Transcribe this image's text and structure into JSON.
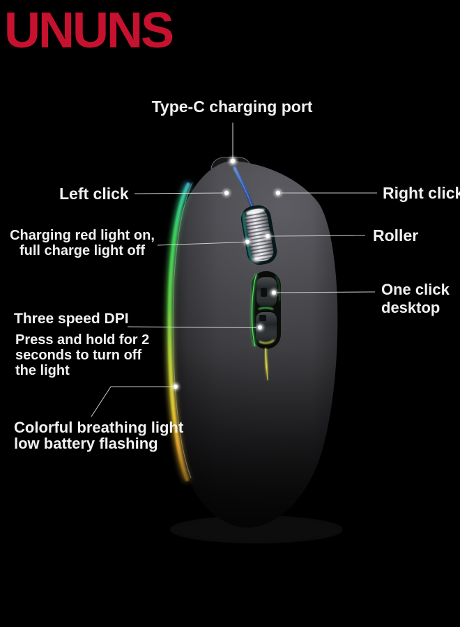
{
  "brand": {
    "logo_text": "UNUNS",
    "logo_color": "#c6122e"
  },
  "product": {
    "type": "slim wireless mouse with RGB breathing light",
    "body_color": "#4c4c51"
  },
  "callouts": {
    "type_c": {
      "text": "Type-C charging port"
    },
    "left_click": {
      "text": "Left click"
    },
    "right_click": {
      "text": "Right click"
    },
    "charging_light": {
      "line1": "Charging red light on,",
      "line2": "full charge light off"
    },
    "roller": {
      "text": "Roller"
    },
    "one_click_desktop": {
      "line1": "One click",
      "line2": "desktop"
    },
    "three_speed_dpi": {
      "text": "Three speed DPI"
    },
    "light_off_hold": {
      "line1": "Press and hold for 2",
      "line2": "seconds to turn off",
      "line3": "the light"
    },
    "breathing_light": {
      "line1": "Colorful breathing light",
      "line2": "low battery flashing"
    }
  },
  "colors": {
    "background": "#000000",
    "label_text": "#f1f1f1",
    "leader_line": "#dcdcdc",
    "edge_light_top": "#35c98c",
    "edge_light_green": "#3ccf58",
    "edge_light_yellow": "#dcca34",
    "edge_light_orange": "#dfa42c",
    "seam_blue": "#2a62d8",
    "wheel_glow_teal": "#39c9b8",
    "button_glow_green": "#38c94e"
  }
}
